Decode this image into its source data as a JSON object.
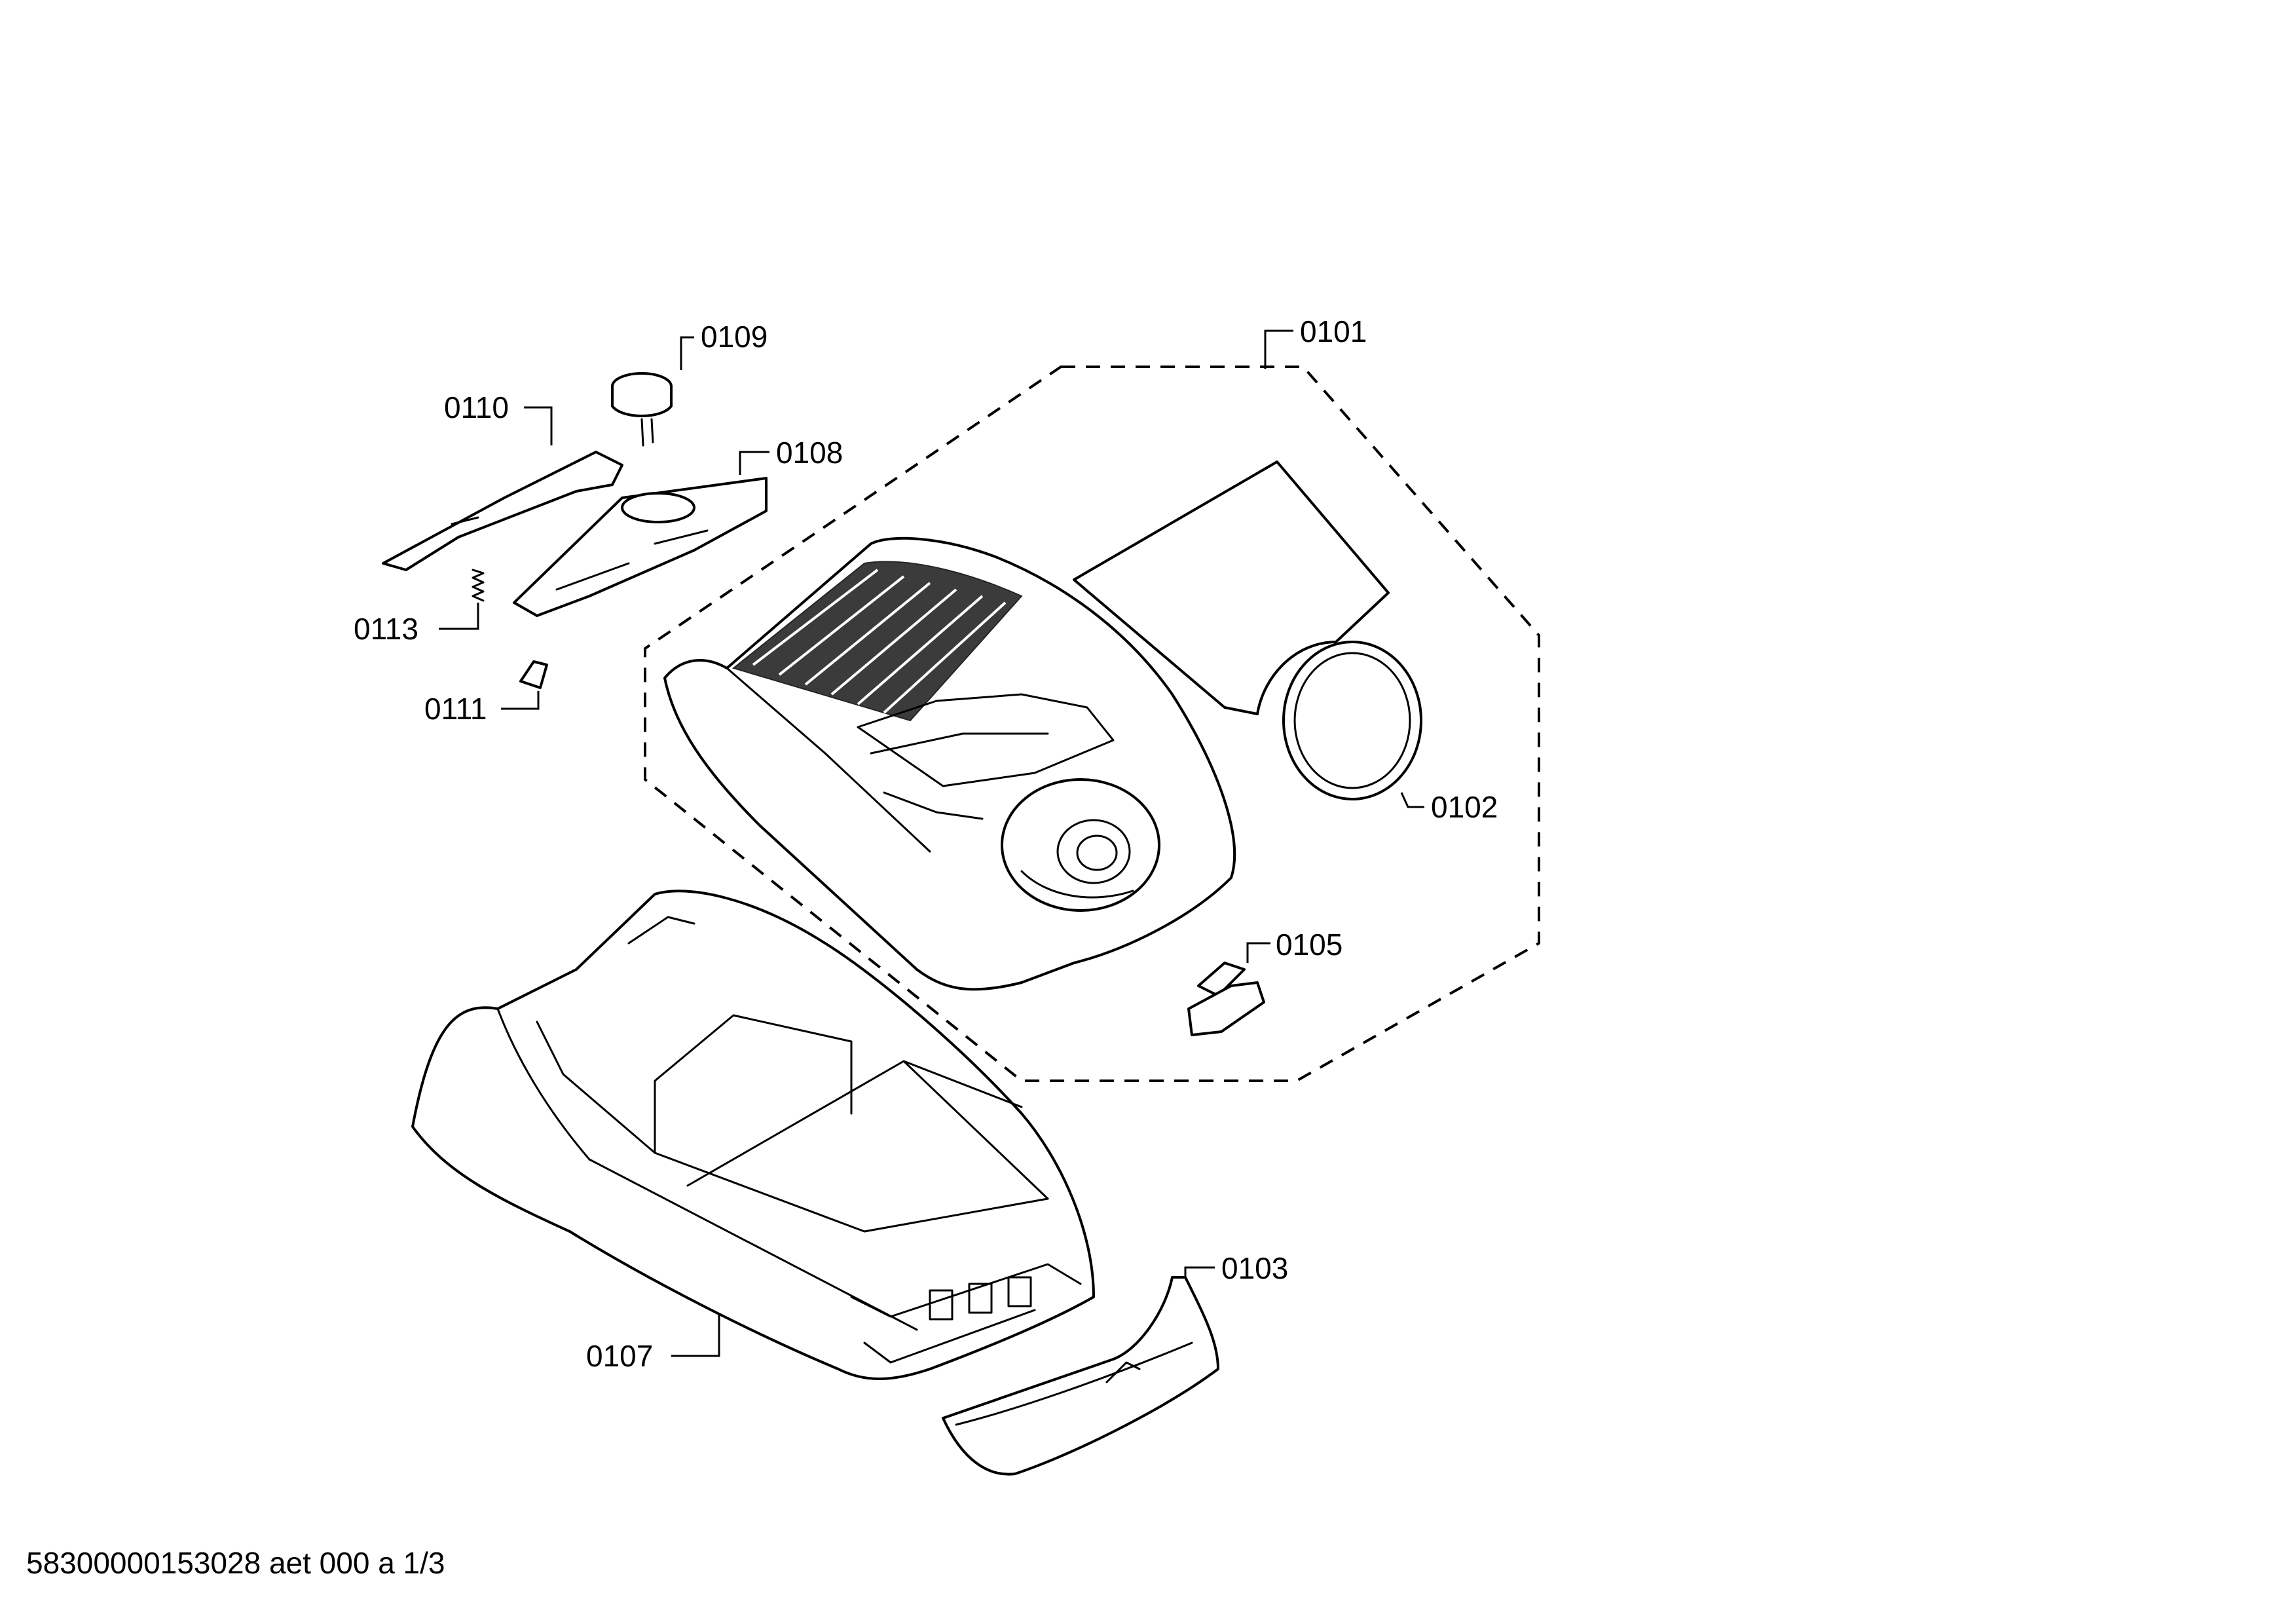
{
  "labels": {
    "p0101": "0101",
    "p0102": "0102",
    "p0103": "0103",
    "p0105": "0105",
    "p0107": "0107",
    "p0108": "0108",
    "p0109": "0109",
    "p0110": "0110",
    "p0111": "0111",
    "p0113": "0113"
  },
  "footer": "58300000153028 aet 000 a 1/3",
  "colors": {
    "line": "#000000",
    "background": "#ffffff"
  }
}
